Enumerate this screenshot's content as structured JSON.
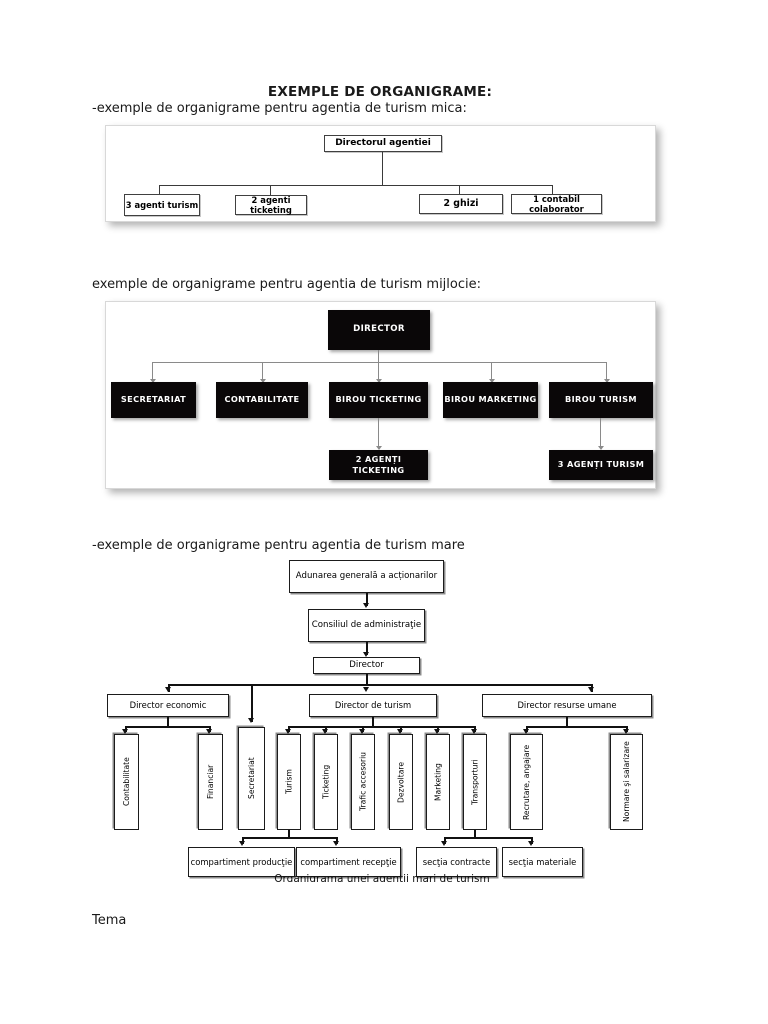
{
  "document": {
    "title": "EXEMPLE DE ORGANIGRAME:",
    "lead_small": "-exemple de organigrame pentru agentia de turism mica:",
    "lead_medium": "exemple de organigrame pentru agentia de turism mijlocie:",
    "lead_large": "-exemple de organigrame pentru agentia de turism mare",
    "footer_note": "Tema"
  },
  "org_small": {
    "root": "Directorul agentiei",
    "children": [
      "3 agenti turism",
      "2 agenti ticketing",
      "2 ghizi",
      "1 contabil colaborator"
    ]
  },
  "org_medium": {
    "root": "DIRECTOR",
    "level2": [
      "SECRETARIAT",
      "CONTABILITATE",
      "BIROU TICKETING",
      "BIROU MARKETING",
      "BIROU TURISM"
    ],
    "level3": [
      "2 AGENȚI TICKETING",
      "3 AGENȚI TURISM"
    ]
  },
  "org_large": {
    "assembly": "Adunarea generală a acționarilor",
    "board": "Consiliul de administraţie",
    "director": "Director",
    "directors": [
      "Director economic",
      "Director de turism",
      "Director resurse umane"
    ],
    "economic_units": [
      "Contabilitate",
      "Financiar"
    ],
    "secretariat": "Secretariat",
    "tourism_units": [
      "Turism",
      "Ticketing",
      "Trafic accesoriu",
      "Dezvoltare",
      "Marketing",
      "Transporturi"
    ],
    "hr_units": [
      "Recrutare, angajare",
      "Normare şi salarizare"
    ],
    "bottom_units": [
      "compartiment producţie",
      "compartiment recepţie",
      "secţia contracte",
      "secţia materiale"
    ],
    "caption": "Organigrama unei agenţii mari de turism"
  },
  "colors": {
    "page_background": "#ffffff",
    "text": "#1a1a1a",
    "dark_box_fill": "#0a0708",
    "dark_box_text": "#ffffff",
    "line_gray": "#8a8a8a",
    "line_black": "#111111",
    "frame_border": "#d8d8d8"
  }
}
